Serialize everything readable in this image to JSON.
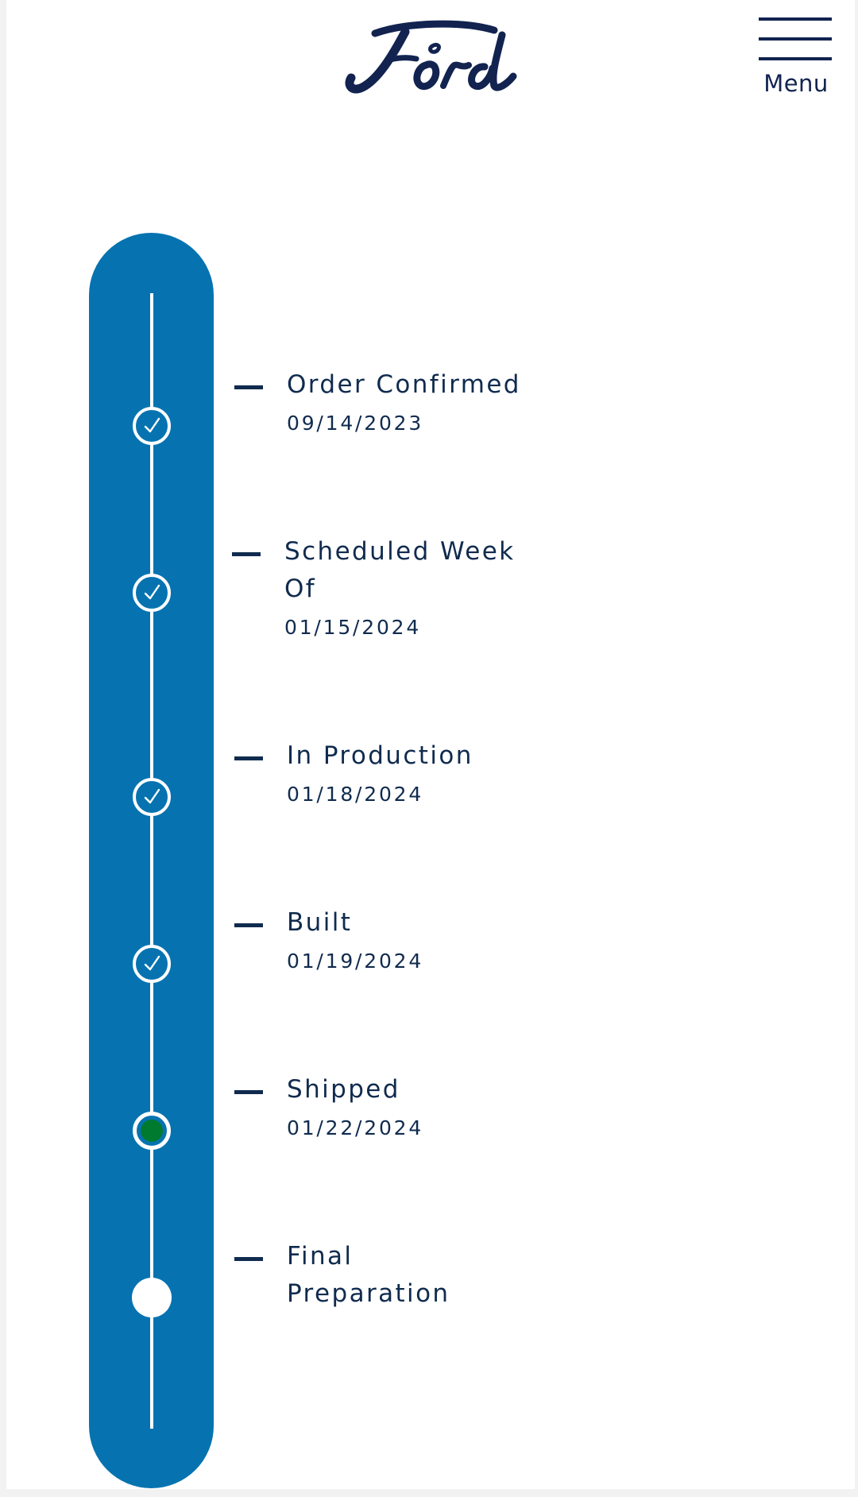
{
  "header": {
    "logo_text": "Ford",
    "menu_label": "Menu"
  },
  "colors": {
    "brand_navy": "#122350",
    "timeline_blue": "#0673b0",
    "current_step": "#007a2e",
    "text": "#102b4e"
  },
  "timeline": {
    "steps": [
      {
        "label": "Order Confirmed",
        "date": "09/14/2023",
        "status": "complete"
      },
      {
        "label": "Scheduled Week Of",
        "date": "01/15/2024",
        "status": "complete"
      },
      {
        "label": "In Production",
        "date": "01/18/2024",
        "status": "complete"
      },
      {
        "label": "Built",
        "date": "01/19/2024",
        "status": "complete"
      },
      {
        "label": "Shipped",
        "date": "01/22/2024",
        "status": "current"
      },
      {
        "label": "Final Preparation",
        "date": "",
        "status": "pending"
      }
    ]
  }
}
